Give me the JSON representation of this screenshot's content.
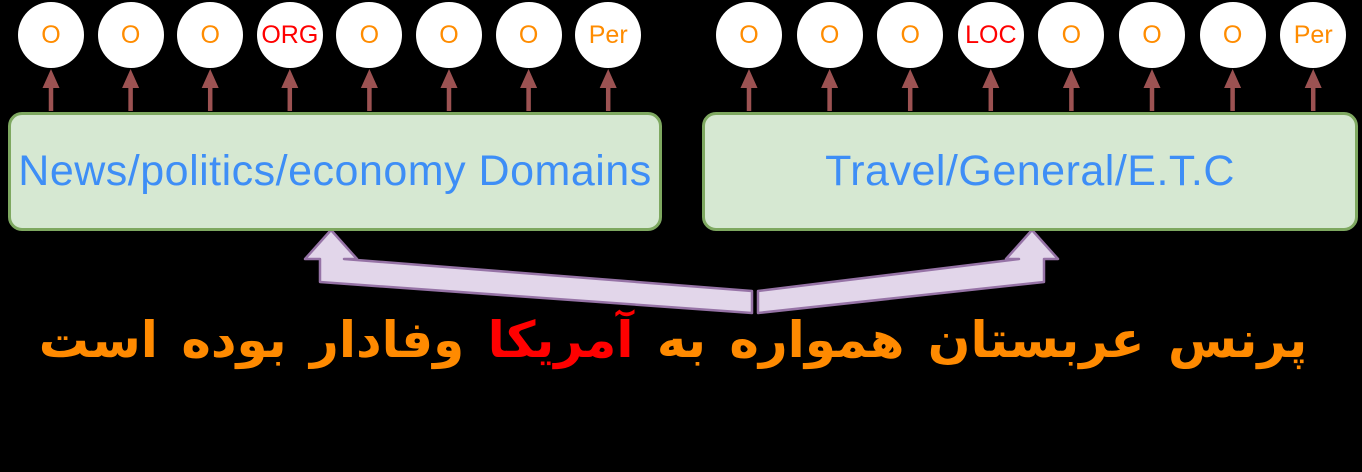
{
  "background": "#000000",
  "colors": {
    "circle_fill": "#ffffff",
    "tag_orange": "#ff8c00",
    "tag_red": "#ff0000",
    "box_fill": "#d6e8d2",
    "box_border": "#7ea860",
    "box_text_blue": "#3e8ef6",
    "small_arrow_red": "#9c5252",
    "big_arrow_fill": "#e2d6ea",
    "big_arrow_stroke": "#9673a6",
    "sentence_orange": "#ff8a00",
    "sentence_red": "#ff0000"
  },
  "token_groups": [
    {
      "name": "news-domain-tags",
      "tokens": [
        {
          "label": "O",
          "color": "orange"
        },
        {
          "label": "O",
          "color": "orange"
        },
        {
          "label": "O",
          "color": "orange"
        },
        {
          "label": "ORG",
          "color": "red"
        },
        {
          "label": "O",
          "color": "orange"
        },
        {
          "label": "O",
          "color": "orange"
        },
        {
          "label": "O",
          "color": "orange"
        },
        {
          "label": "Per",
          "color": "orange"
        }
      ]
    },
    {
      "name": "travel-domain-tags",
      "tokens": [
        {
          "label": "O",
          "color": "orange"
        },
        {
          "label": "O",
          "color": "orange"
        },
        {
          "label": "O",
          "color": "orange"
        },
        {
          "label": "LOC",
          "color": "red"
        },
        {
          "label": "O",
          "color": "orange"
        },
        {
          "label": "O",
          "color": "orange"
        },
        {
          "label": "O",
          "color": "orange"
        },
        {
          "label": "Per",
          "color": "orange"
        }
      ]
    }
  ],
  "domain_boxes": [
    {
      "label": "News/politics/economy Domains"
    },
    {
      "label": "Travel/General/E.T.C"
    }
  ],
  "sentence": {
    "direction": "rtl",
    "segments": [
      {
        "text": "پرنس عربستان همواره به ",
        "color": "orange"
      },
      {
        "text": "آمریکا",
        "color": "red"
      },
      {
        "text": " وفادار بوده است",
        "color": "orange"
      }
    ]
  }
}
